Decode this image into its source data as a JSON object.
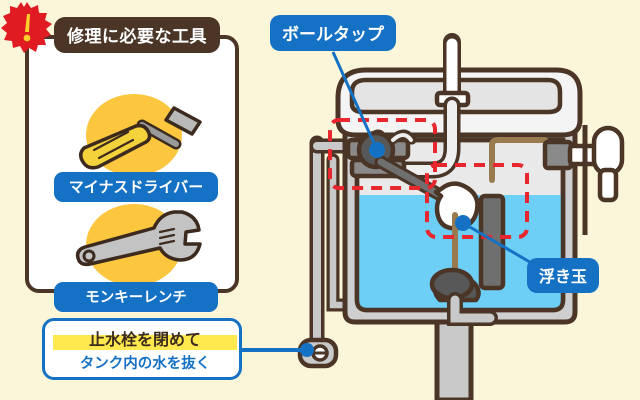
{
  "page": {
    "background_color": "#fbf6d9",
    "subject": "toilet-tank-repair-diagram"
  },
  "tools_panel": {
    "title": "修理に必要な工具",
    "title_bg": "#4a3526",
    "panel_bg": "#ffffff",
    "border_color": "#4a3526",
    "halo_color": "#fcc73f",
    "label_bg": "#1571c4",
    "items": [
      {
        "icon": "flathead-screwdriver-icon",
        "label": "マイナスドライバー"
      },
      {
        "icon": "monkey-wrench-icon",
        "label": "モンキーレンチ"
      }
    ]
  },
  "warning": {
    "badge_icon": "exclamation-burst-icon",
    "badge_color": "#e01b22",
    "badge_mark_color": "#ffd02e",
    "line1": "止水栓を閉めて",
    "line1_highlight": "#ffe94f",
    "line2": "タンク内の水を抜く",
    "accent_color": "#1571c4",
    "connector": "leader-line-to-shutoff-valve"
  },
  "diagram": {
    "callouts": [
      {
        "name": "ball-tap",
        "label": "ボールタップ",
        "points_to": "fill-valve-assembly"
      },
      {
        "name": "float-ball",
        "label": "浮き玉",
        "points_to": "float-ball-body"
      }
    ],
    "highlight_boxes": [
      {
        "name": "ball-tap-highlight",
        "color": "#e8262d",
        "style": "dashed"
      },
      {
        "name": "float-ball-highlight",
        "color": "#e8262d",
        "style": "dashed"
      }
    ],
    "colors": {
      "outline": "#4a3526",
      "tank_body": "#cfcfcf",
      "tank_light": "#f2f2f2",
      "water": "#6ecff6",
      "metal": "#c7c7c7",
      "valve_dark": "#585858",
      "float_white": "#ffffff",
      "rod_brown": "#9a7b4f",
      "leader_blue": "#1571c4"
    },
    "parts": [
      "tank-lid",
      "hand-wash-spout",
      "supply-pipe",
      "shutoff-valve",
      "fill-valve",
      "float-rod",
      "float-ball",
      "overflow-pipe",
      "flapper-valve",
      "chain",
      "drain-pipe",
      "flush-handle"
    ]
  }
}
